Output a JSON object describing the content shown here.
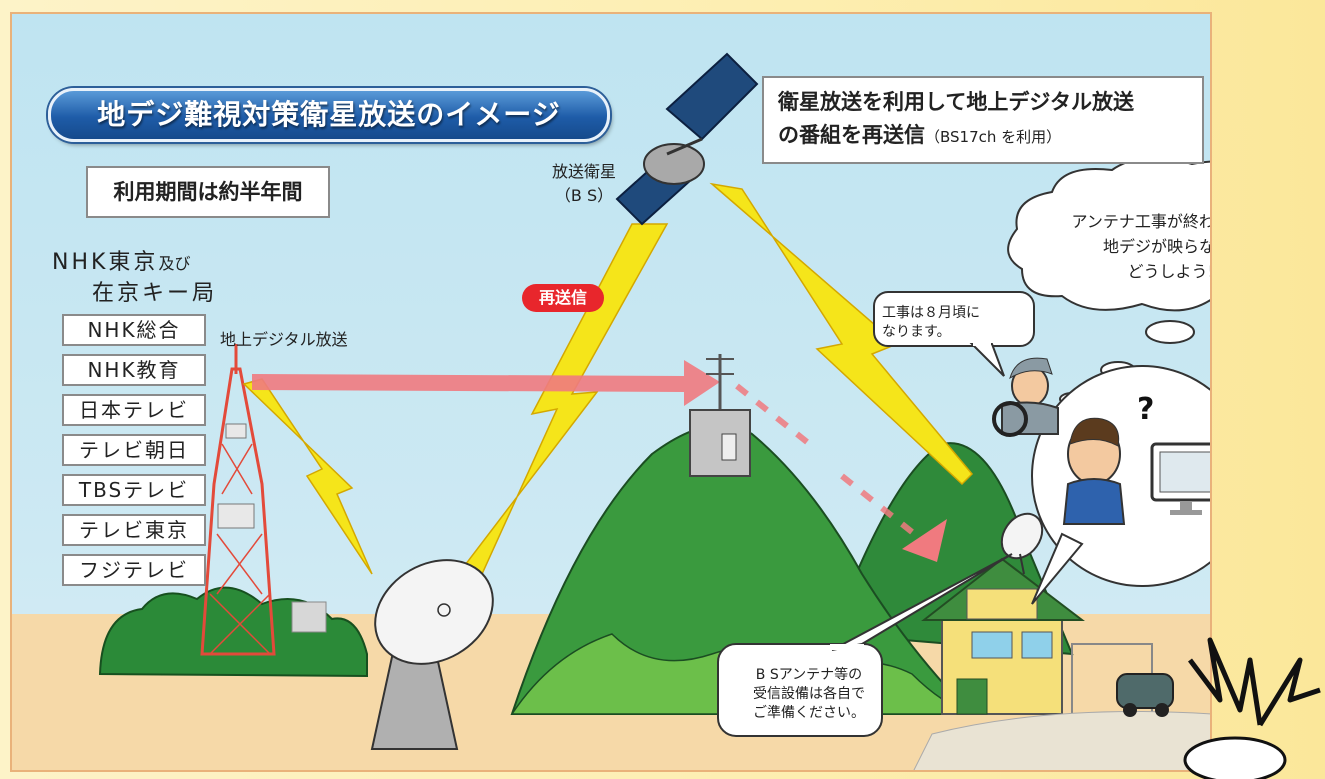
{
  "title": "地デジ難視対策衛星放送のイメージ",
  "period_box": "利用期間は約半年間",
  "headline": {
    "line1": "衛星放送を利用して地上デジタル放送",
    "line2_bold": "の番組を再送信",
    "line2_note": "（BS17ch を利用）"
  },
  "stations_heading": {
    "line1_main": "NHK東京",
    "line1_small": "及び",
    "line2": "在京キー局"
  },
  "stations": [
    "NHK総合",
    "NHK教育",
    "日本テレビ",
    "テレビ朝日",
    "TBSテレビ",
    "テレビ東京",
    "フジテレビ"
  ],
  "terrestrial_label": "地上デジタル放送",
  "satellite_label": {
    "line1": "放送衛星",
    "line2": "（B S）"
  },
  "resend_badge": "再送信",
  "thought_cloud": {
    "line1": "アンテナ工事が終わらなくて",
    "line2": "地デジが映らない。",
    "line3": "どうしよう!?"
  },
  "worker_bubble": {
    "line1": "工事は８月頃に",
    "line2": "なります。"
  },
  "bs_bubble": {
    "line1": "B Sアンテナ等の",
    "line2": "受信設備は各自で",
    "line3": "ご準備ください。"
  },
  "colors": {
    "sky": "#c9e8f3",
    "ground": "#f6d9a8",
    "title_blue": "#1e5ca8",
    "badge_red": "#e8262c",
    "lightning": "#f5e51a",
    "mountain": "#3a9a3e",
    "signal_arrow": "#f07a7f"
  },
  "icons": [
    "broadcast-tower-icon",
    "satellite-icon",
    "uplink-dish-icon",
    "relay-antenna-icon",
    "bs-dish-icon",
    "house-icon",
    "car-icon",
    "worker-icon",
    "viewer-icon",
    "tv-icon",
    "question-mark-icon",
    "lightning-icon"
  ]
}
